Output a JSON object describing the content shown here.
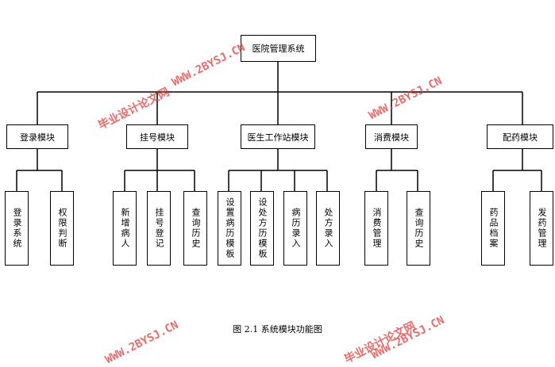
{
  "root": "医院管理系统",
  "modules": [
    {
      "label": "登录模块",
      "children": [
        "登录系统",
        "权限判断"
      ]
    },
    {
      "label": "挂号模块",
      "children": [
        "新增病人",
        "挂号登记",
        "查询历史"
      ]
    },
    {
      "label": "医生工作站模块",
      "children": [
        "设置病历模板",
        "设处方历模板",
        "病历录入",
        "处方录入"
      ]
    },
    {
      "label": "消费模块",
      "children": [
        "消费管理",
        "查询历史"
      ]
    },
    {
      "label": "配药模块",
      "children": [
        "药品档案",
        "发药管理"
      ]
    }
  ],
  "caption": "图 2.1  系统模块功能图",
  "watermark": {
    "url": "WWW.2BYSJ.CN",
    "site_name": "毕业设计论文网",
    "color": "#e23b3b"
  }
}
